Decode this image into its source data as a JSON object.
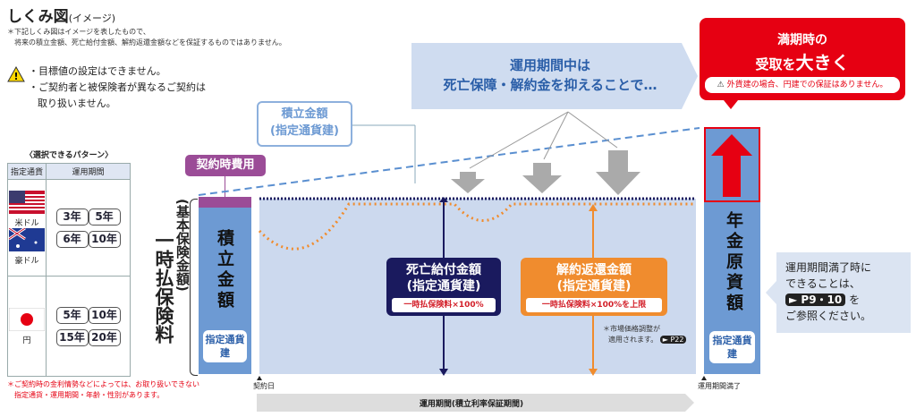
{
  "title": "しくみ図",
  "title_suffix": "(イメージ)",
  "notes": [
    "＊下記しくみ図はイメージを表したもので、",
    "将来の積立金額、死亡給付金額、解約返還金額などを保証するものではありません。"
  ],
  "warnings": [
    "・目標値の設定はできません。",
    "・ご契約者と被保険者が異なるご契約は",
    "取り扱いません。"
  ],
  "patterns": {
    "label": "〈選択できるパターン〉",
    "headers": [
      "指定通貨",
      "運用期間"
    ],
    "foreign": {
      "currencies": [
        "米ドル",
        "豪ドル"
      ],
      "periods": [
        "3年",
        "5年",
        "6年",
        "10年"
      ]
    },
    "yen": {
      "currency": "円",
      "periods": [
        "5年",
        "10年",
        "15年",
        "20年"
      ]
    }
  },
  "footnote": [
    "＊ご契約時の金利情勢などによっては、お取り扱いできない",
    "指定通貨・運用期間・年齢・性別があります。"
  ],
  "premium_label": "一時払保険料",
  "premium_sub": "(基本保険金額)",
  "contract_cost": "契約時費用",
  "accum_column": "積立金額",
  "currency_tag": "指定通貨建",
  "accum_label": [
    "積立金額",
    "(指定通貨建)"
  ],
  "callout": [
    "運用期間中は",
    "死亡保障・解約金を抑えることで…"
  ],
  "red_box": {
    "line1": "満期時の",
    "line2a": "受取を",
    "line2b": "大きく",
    "warning": "外貨建の場合、円建での保証はありません。"
  },
  "pension_column": "年金原資額",
  "death": {
    "title": [
      "死亡給付金額",
      "(指定通貨建)"
    ],
    "value": "一時払保険料×100%"
  },
  "surrender": {
    "title": [
      "解約返還金額",
      "(指定通貨建)"
    ],
    "value": "一時払保険料×100%を上限"
  },
  "market_note": [
    "＊市場価格調整が",
    "適用されます。"
  ],
  "market_ref": "► P22",
  "right_note": {
    "l1": "運用期間満了時に",
    "l2": "できることは、",
    "ref": "► P9・10",
    "l3": "を",
    "l4": "ご参照ください。"
  },
  "start_label": "契約日",
  "end_label": "運用期間満了",
  "period_bar": "運用期間(積立利率保証期間)",
  "colors": {
    "red": "#e60012",
    "navy": "#1a1a5e",
    "orange": "#f08c2e",
    "blue": "#6d9ad3",
    "light": "#ccd9ee",
    "purple": "#9b4c97"
  }
}
